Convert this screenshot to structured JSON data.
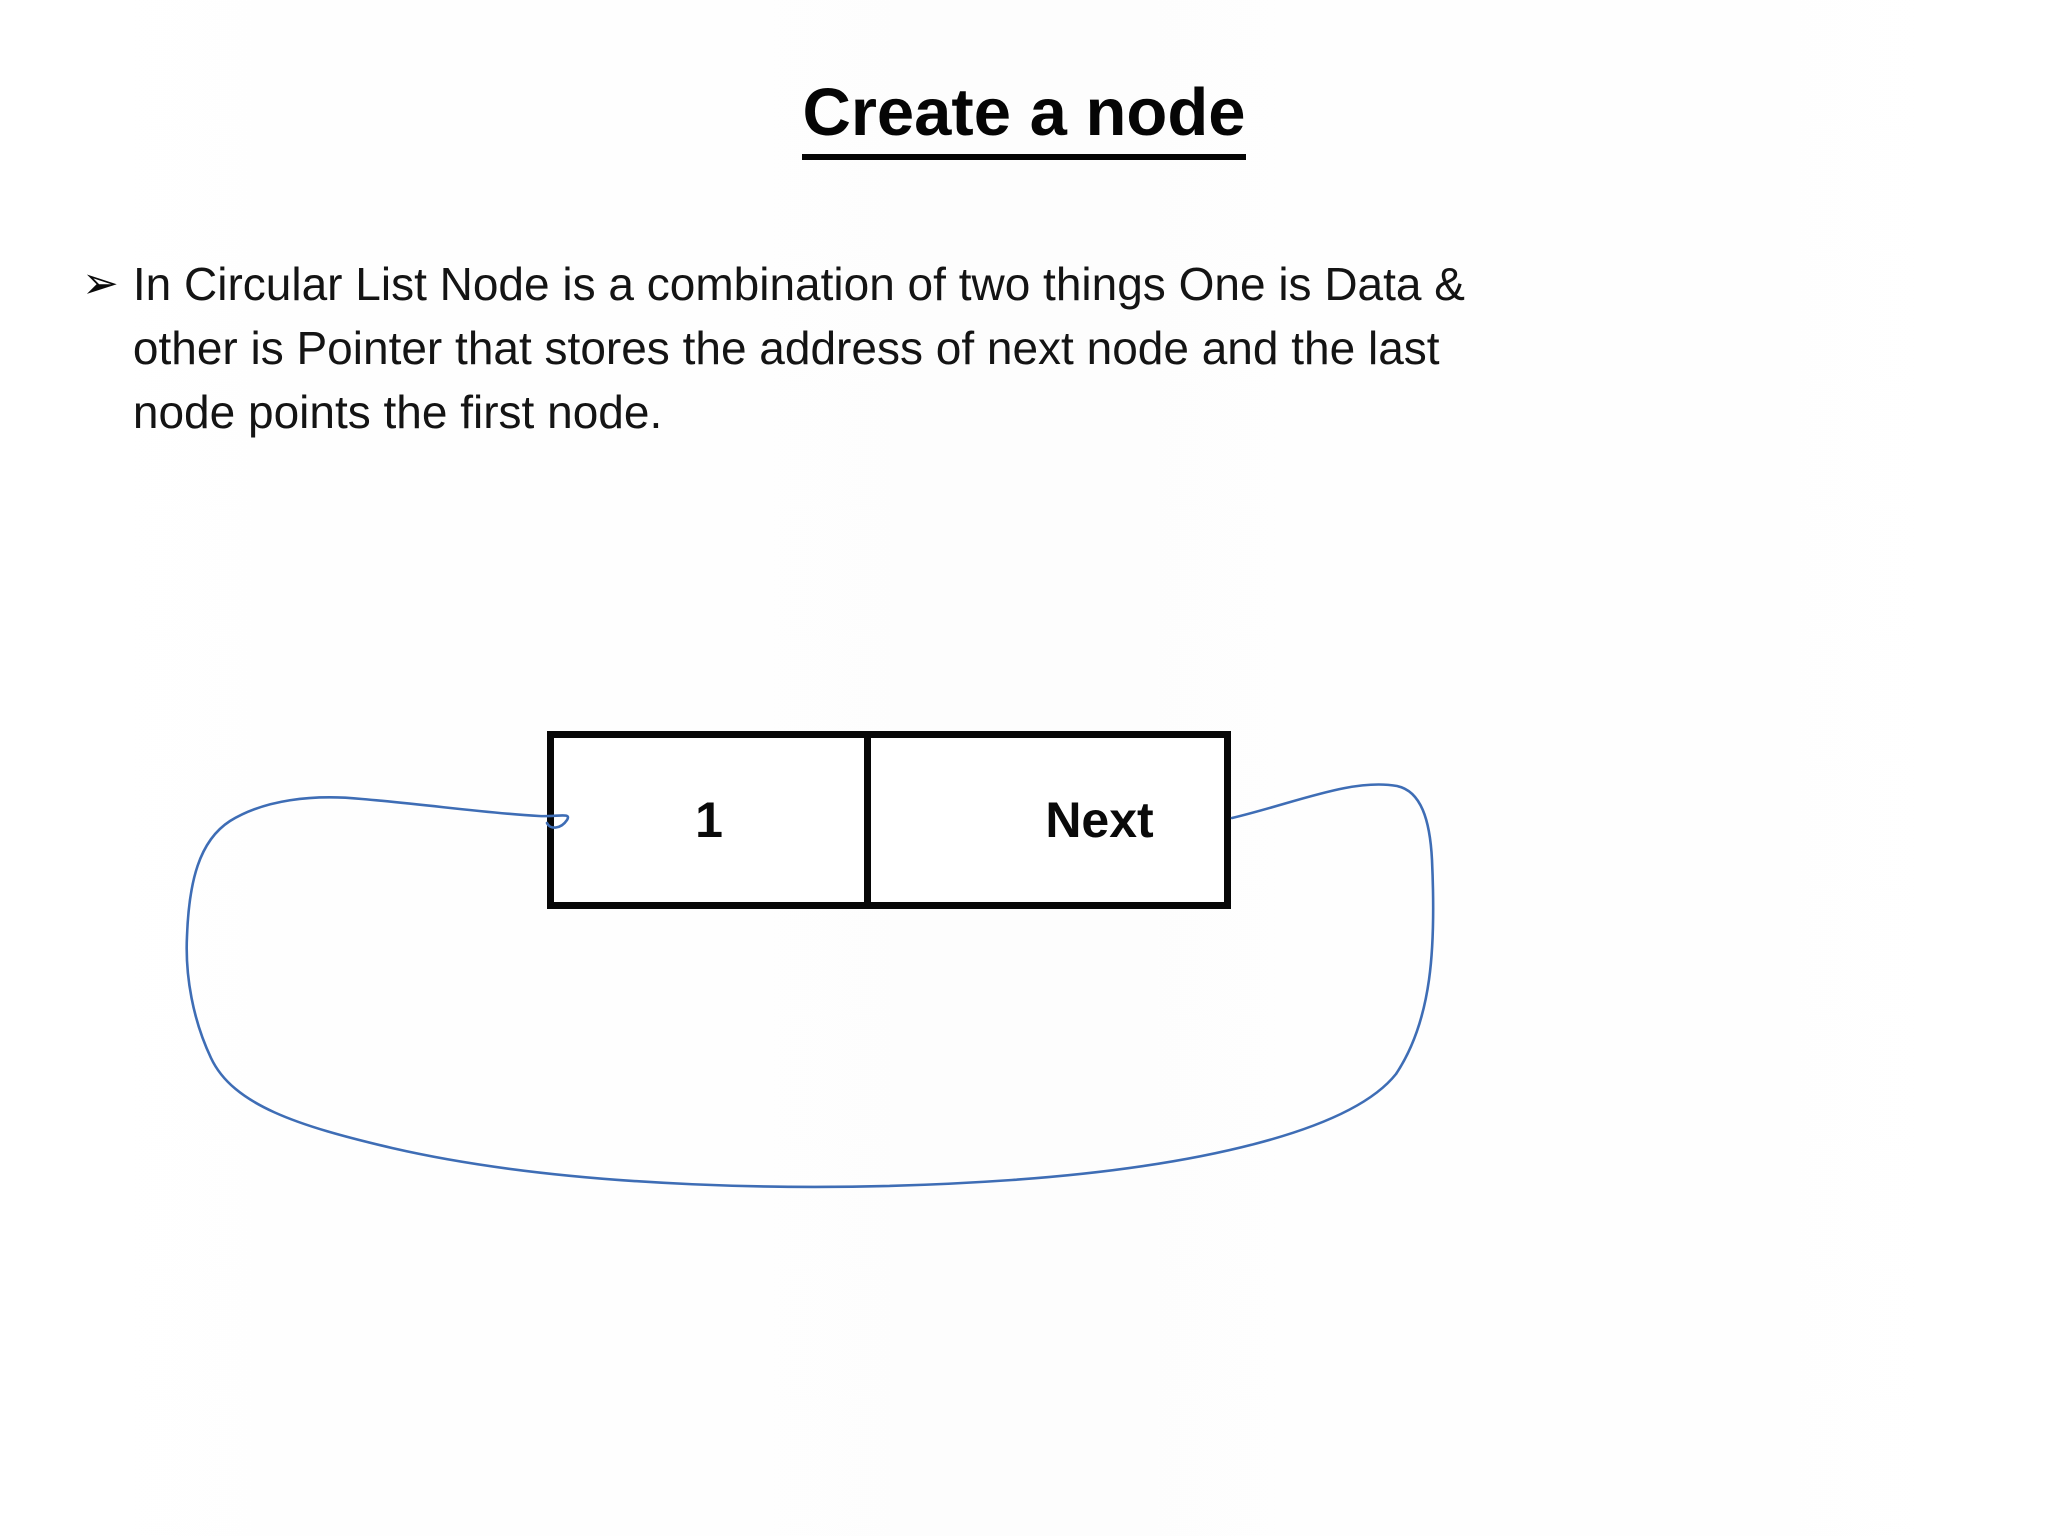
{
  "slide": {
    "title": "Create a node",
    "bullet": {
      "marker": "➢",
      "lines": [
        "In Circular List Node is a combination of two things One is Data &",
        "other is Pointer that stores the address of next node and the last",
        "node points the first node."
      ]
    },
    "diagram": {
      "node": {
        "data": "1",
        "pointer": "Next"
      },
      "arrow_color": "#3e6db5"
    }
  }
}
